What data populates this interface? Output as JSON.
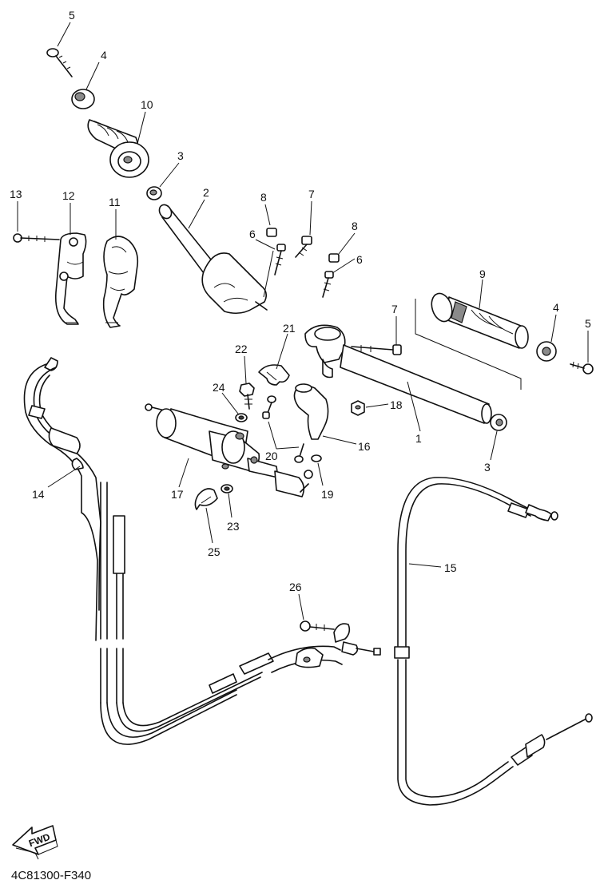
{
  "diagram": {
    "callouts": {
      "c1": "1",
      "c2": "2",
      "c3a": "3",
      "c3b": "3",
      "c4a": "4",
      "c4b": "4",
      "c5a": "5",
      "c5b": "5",
      "c6a": "6",
      "c6b": "6",
      "c7a": "7",
      "c7b": "7",
      "c8a": "8",
      "c8b": "8",
      "c9": "9",
      "c10": "10",
      "c11": "11",
      "c12": "12",
      "c13": "13",
      "c14": "14",
      "c15": "15",
      "c16": "16",
      "c17": "17",
      "c18": "18",
      "c19": "19",
      "c20": "20",
      "c21": "21",
      "c22": "22",
      "c23": "23",
      "c24": "24",
      "c25": "25",
      "c26": "26"
    },
    "fwd_label": "FWD",
    "drawing_code": "4C81300-F340"
  }
}
